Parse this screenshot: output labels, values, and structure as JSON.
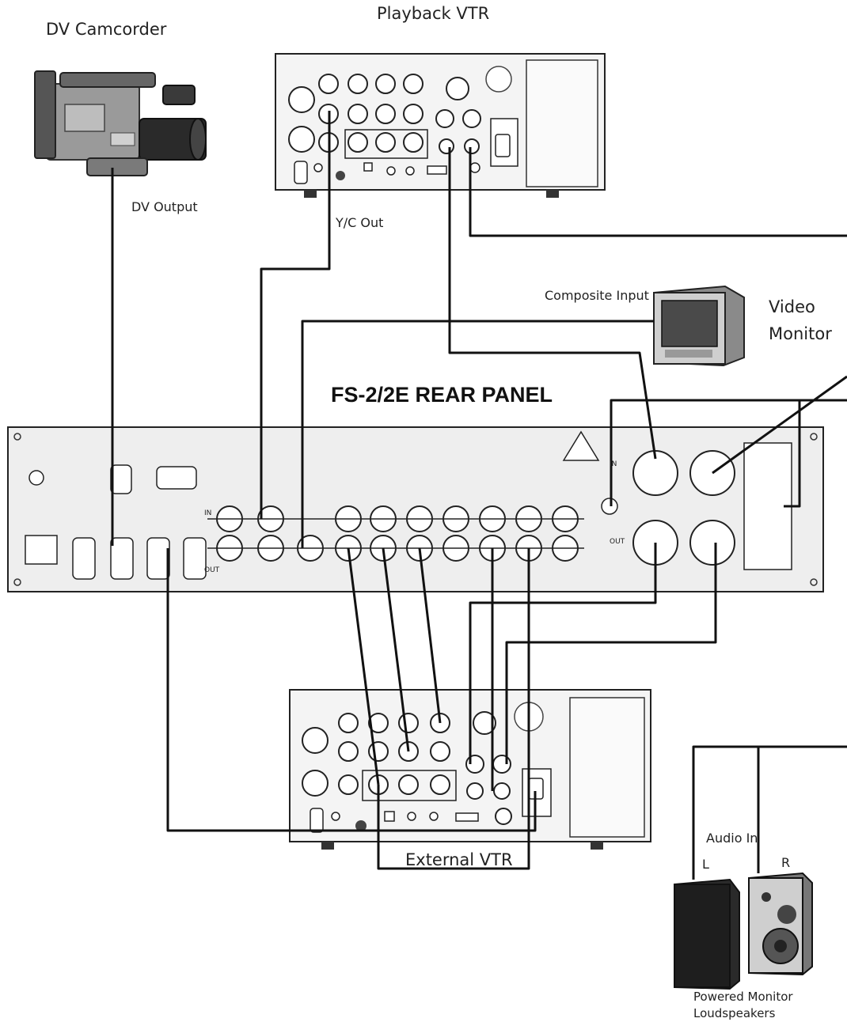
{
  "title": "FS-2/2E REAR PANEL",
  "devices": {
    "camcorder": "DV Camcorder",
    "playback_vtr": "Playback VTR",
    "external_vtr": "External VTR",
    "video_monitor_line1": "Video",
    "video_monitor_line2": "Monitor",
    "speakers_line1": "Powered Monitor",
    "speakers_line2": "Loudspeakers"
  },
  "ports": {
    "dv_output": "DV Output",
    "yc_out": "Y/C Out",
    "composite_input": "Composite Input",
    "audio_in": "Audio In",
    "speaker_left": "L",
    "speaker_right": "R"
  },
  "panel_marks": {
    "in": "IN",
    "out": "OUT"
  },
  "colors": {
    "cable": "#111111",
    "panel_fill": "#eeeeee",
    "device_fill": "#f4f4f4",
    "device_dark": "#333333"
  }
}
